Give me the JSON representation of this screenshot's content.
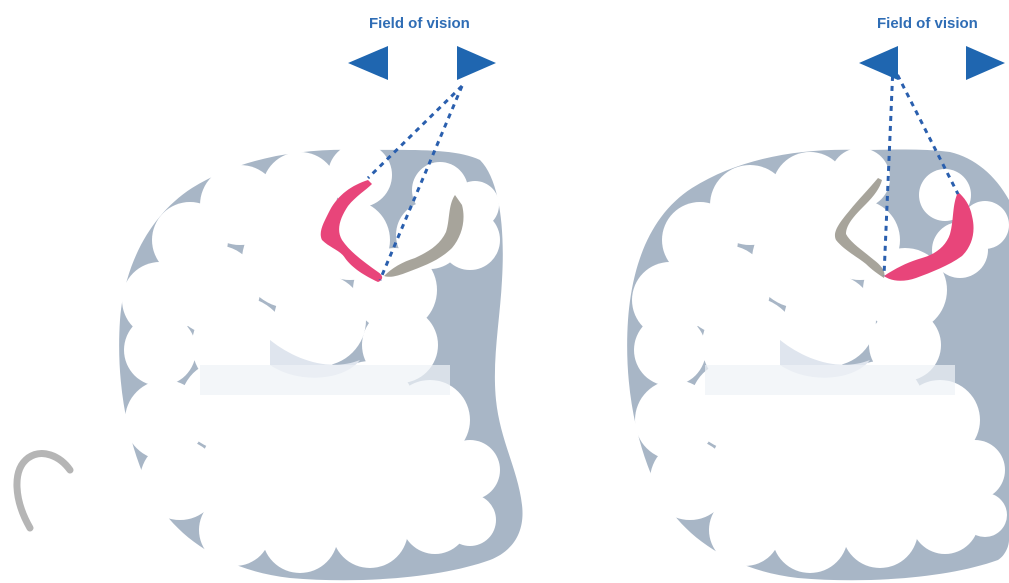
{
  "panels": [
    {
      "id": "left",
      "label": "Field of vision",
      "active_triangle": "right",
      "highlight": "pink"
    },
    {
      "id": "right",
      "label": "Field of vision",
      "active_triangle": "left",
      "highlight": "pink"
    }
  ],
  "colors": {
    "label_blue": "#2f6db5",
    "triangle_blue": "#1f66b0",
    "dash_blue": "#2a5fae",
    "section_grey": "#a8b6c6",
    "section_grey_light": "#c7d1dc",
    "highlight_pink": "#e8457a",
    "gyrus_grey": "#a7a49b",
    "callosum": "#dfe5ee",
    "hook_grey": "#b5b5b5",
    "background": "#ffffff"
  }
}
